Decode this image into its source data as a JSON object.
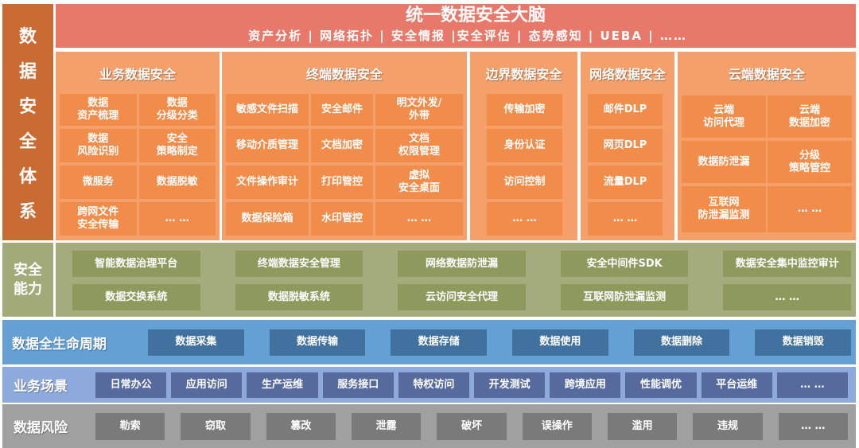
{
  "system_label": [
    "数",
    "据",
    "安",
    "全",
    "体",
    "系"
  ],
  "brain": {
    "title": "统一数据安全大脑",
    "subtitle": "资产分析 | 网络拓扑 | 安全情报 |安全评估 | 态势感知 | UEBA | ……"
  },
  "columns": [
    {
      "title": "业务数据安全",
      "items": [
        "数据\n资产梳理",
        "数据\n分级分类",
        "数据\n风险识别",
        "安全\n策略制定",
        "微服务",
        "数据脱敏",
        "跨网文件\n安全传输",
        "… …"
      ]
    },
    {
      "title": "终端数据安全",
      "items": [
        "敏感文件扫描",
        "安全邮件",
        "明文外发/\n外带",
        "移动介质管理",
        "文档加密",
        "文档\n权限管理",
        "文件操作审计",
        "打印管控",
        "虚拟\n安全桌面",
        "数据保险箱",
        "水印管控",
        "… …"
      ]
    },
    {
      "title": "边界数据安全",
      "items": [
        "传输加密",
        "身份认证",
        "访问控制",
        "… …"
      ]
    },
    {
      "title": "网络数据安全",
      "items": [
        "邮件DLP",
        "网页DLP",
        "流量DLP",
        "… …"
      ]
    },
    {
      "title": "云端数据安全",
      "items": [
        "云端\n访问代理",
        "云端\n数据加密",
        "数据防泄漏",
        "分级\n策略管控",
        "互联网\n防泄漏监测",
        "… …"
      ]
    }
  ],
  "capability": {
    "label": "安全\n能力",
    "items": [
      "智能数据治理平台",
      "终端数据安全管理",
      "网络数据防泄漏",
      "安全中间件SDK",
      "数据安全集中监控审计",
      "数据交换系统",
      "数据脱敏系统",
      "云访问安全代理",
      "互联网防泄漏监测",
      "… …"
    ]
  },
  "lifecycle": {
    "label": "数据全生命周期",
    "items": [
      "数据采集",
      "数据传输",
      "数据存储",
      "数据使用",
      "数据删除",
      "数据销毁"
    ]
  },
  "scenario": {
    "label": "业务场景",
    "items": [
      "日常办公",
      "应用访问",
      "生产运维",
      "服务接口",
      "特权访问",
      "开发测试",
      "跨境应用",
      "性能调优",
      "平台运维",
      "… …"
    ]
  },
  "risk": {
    "label": "数据风险",
    "items": [
      "勒索",
      "窃取",
      "篡改",
      "泄露",
      "破坏",
      "误操作",
      "滥用",
      "违规",
      "… …"
    ]
  }
}
